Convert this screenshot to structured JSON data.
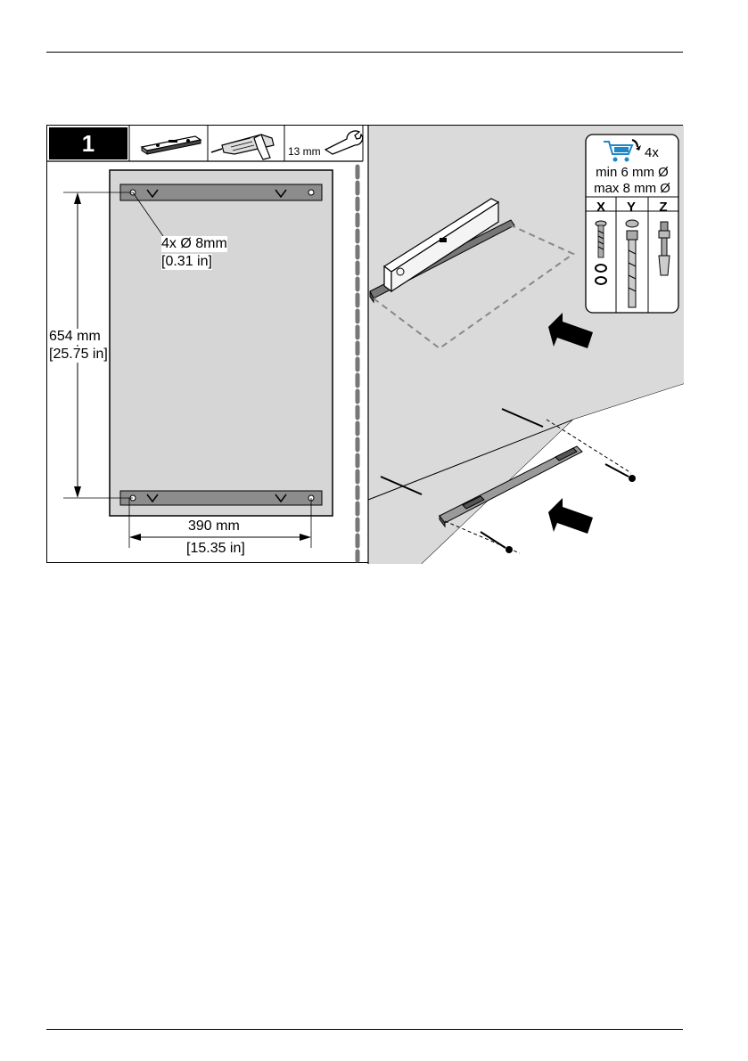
{
  "step": {
    "number": "1"
  },
  "tools": {
    "level_icon": "spirit-level-icon",
    "drill_icon": "drill-icon",
    "wrench_label": "13 mm",
    "wrench_icon": "wrench-icon"
  },
  "dimensions": {
    "holes_line1": "4x Ø 8mm",
    "holes_line2": "[0.31 in]",
    "vertical_mm": "654 mm",
    "vertical_in": "[25.75 in]",
    "horizontal_mm": "390 mm",
    "horizontal_in": "[15.35 in]"
  },
  "hardware": {
    "cart_icon": "shopping-cart-icon",
    "quantity": "4x",
    "min_spec": "min 6 mm Ø",
    "max_spec": "max 8 mm Ø",
    "options": [
      "X",
      "Y",
      "Z"
    ]
  }
}
